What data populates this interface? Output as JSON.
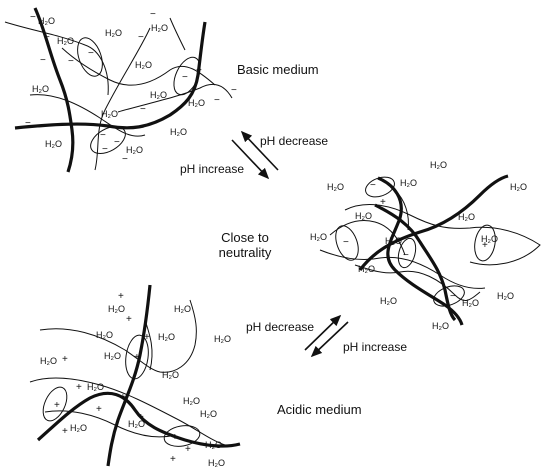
{
  "labels": {
    "basic": "Basic medium",
    "neutral_line1": "Close to",
    "neutral_line2": "neutrality",
    "acidic": "Acidic medium",
    "upper_ph_decrease": "pH decrease",
    "upper_ph_increase": "pH increase",
    "lower_ph_decrease": "pH decrease",
    "lower_ph_increase": "pH increase"
  },
  "water": "H₂O",
  "charges": {
    "negative": "−",
    "positive": "+"
  },
  "colors": {
    "ink": "#111111",
    "background": "#ffffff"
  }
}
